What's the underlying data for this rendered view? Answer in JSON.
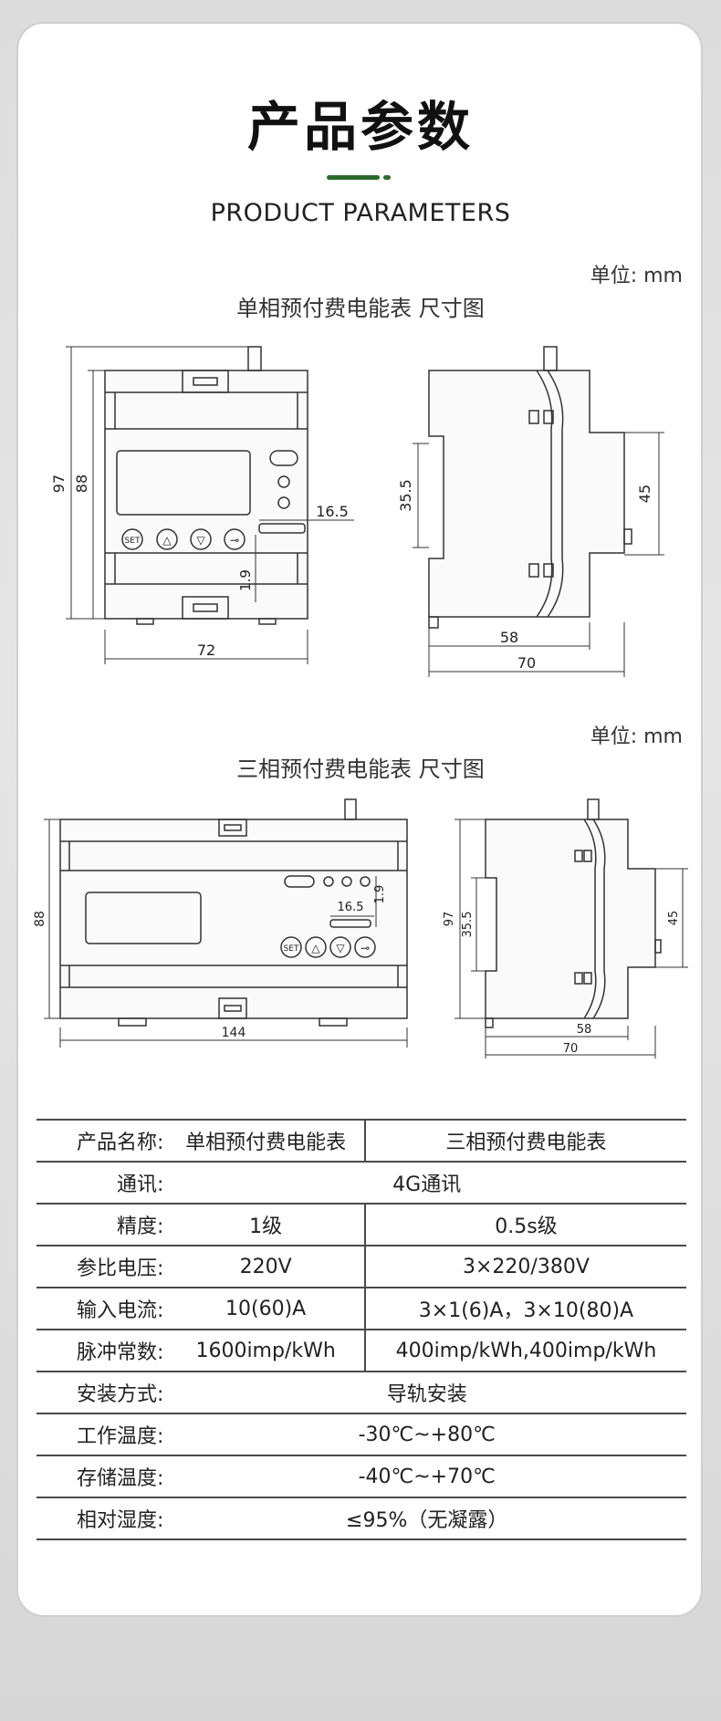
{
  "header": {
    "title_cn": "产品参数",
    "title_en": "PRODUCT PARAMETERS",
    "accent_color": "#2b6a2d"
  },
  "single_phase": {
    "unit": "单位: mm",
    "title": "单相预付费电能表 尺寸图",
    "dims": {
      "total_height": "97",
      "body_height": "88",
      "width": "72",
      "window_width": "16.5",
      "window_height": "1.9",
      "rail": "35.5",
      "side_height": "45",
      "depth_body": "58",
      "depth_total": "70"
    },
    "buttons": [
      "SET",
      "△",
      "▽",
      "⊸"
    ]
  },
  "three_phase": {
    "unit": "单位: mm",
    "title": "三相预付费电能表 尺寸图",
    "dims": {
      "body_height": "88",
      "width": "144",
      "window_width": "16.5",
      "window_height": "1.9",
      "total_height": "97",
      "rail": "35.5",
      "side_height": "45",
      "depth_body": "58",
      "depth_total": "70"
    },
    "buttons": [
      "SET",
      "△",
      "▽",
      "⊸"
    ]
  },
  "spec_table": {
    "rows": [
      {
        "label": "产品名称:",
        "single": "单相预付费电能表",
        "three": "三相预付费电能表"
      },
      {
        "label": "通讯:",
        "merged": "4G通讯"
      },
      {
        "label": "精度:",
        "single": "1级",
        "three": "0.5s级"
      },
      {
        "label": "参比电压:",
        "single": "220V",
        "three": "3×220/380V"
      },
      {
        "label": "输入电流:",
        "single": "10(60)A",
        "three": "3×1(6)A，3×10(80)A"
      },
      {
        "label": "脉冲常数:",
        "single": "1600imp/kWh",
        "three": "400imp/kWh,400imp/kWh"
      },
      {
        "label": "安装方式:",
        "merged": "导轨安装"
      },
      {
        "label": "工作温度:",
        "merged": "-30℃~+80℃"
      },
      {
        "label": "存储温度:",
        "merged": "-40℃~+70℃"
      },
      {
        "label": "相对湿度:",
        "merged": "≤95%（无凝露）"
      }
    ]
  }
}
